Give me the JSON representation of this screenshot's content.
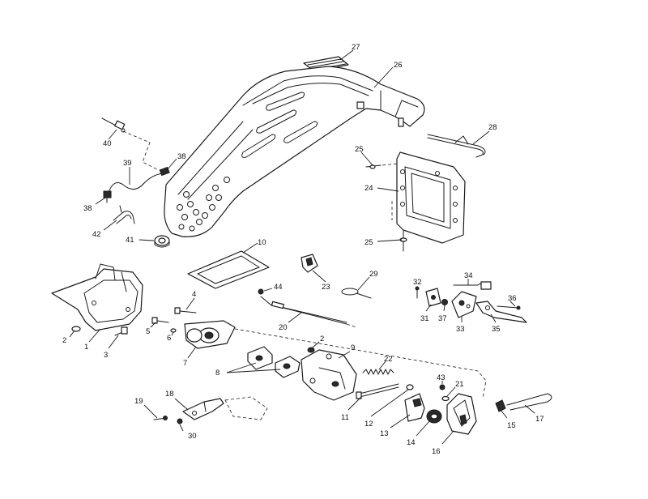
{
  "diagram": {
    "callouts": [
      {
        "id": "27",
        "label": "27"
      },
      {
        "id": "26",
        "label": "26"
      },
      {
        "id": "28",
        "label": "28"
      },
      {
        "id": "40",
        "label": "40"
      },
      {
        "id": "39",
        "label": "39"
      },
      {
        "id": "38a",
        "label": "38"
      },
      {
        "id": "38b",
        "label": "38"
      },
      {
        "id": "25a",
        "label": "25"
      },
      {
        "id": "24",
        "label": "24"
      },
      {
        "id": "25b",
        "label": "25"
      },
      {
        "id": "42",
        "label": "42"
      },
      {
        "id": "41",
        "label": "41"
      },
      {
        "id": "10",
        "label": "10"
      },
      {
        "id": "23",
        "label": "23"
      },
      {
        "id": "29",
        "label": "29"
      },
      {
        "id": "34",
        "label": "34"
      },
      {
        "id": "32",
        "label": "32"
      },
      {
        "id": "36",
        "label": "36"
      },
      {
        "id": "31",
        "label": "31"
      },
      {
        "id": "37",
        "label": "37"
      },
      {
        "id": "33",
        "label": "33"
      },
      {
        "id": "35",
        "label": "35"
      },
      {
        "id": "44",
        "label": "44"
      },
      {
        "id": "4",
        "label": "4"
      },
      {
        "id": "20",
        "label": "20"
      },
      {
        "id": "5",
        "label": "5"
      },
      {
        "id": "6",
        "label": "6"
      },
      {
        "id": "2a",
        "label": "2"
      },
      {
        "id": "1",
        "label": "1"
      },
      {
        "id": "3",
        "label": "3"
      },
      {
        "id": "7",
        "label": "7"
      },
      {
        "id": "2b",
        "label": "2"
      },
      {
        "id": "9",
        "label": "9"
      },
      {
        "id": "22",
        "label": "22"
      },
      {
        "id": "8",
        "label": "8"
      },
      {
        "id": "43",
        "label": "43"
      },
      {
        "id": "21",
        "label": "21"
      },
      {
        "id": "18",
        "label": "18"
      },
      {
        "id": "19",
        "label": "19"
      },
      {
        "id": "11",
        "label": "11"
      },
      {
        "id": "12",
        "label": "12"
      },
      {
        "id": "17",
        "label": "17"
      },
      {
        "id": "15",
        "label": "15"
      },
      {
        "id": "13",
        "label": "13"
      },
      {
        "id": "14",
        "label": "14"
      },
      {
        "id": "30",
        "label": "30"
      },
      {
        "id": "16",
        "label": "16"
      }
    ]
  }
}
